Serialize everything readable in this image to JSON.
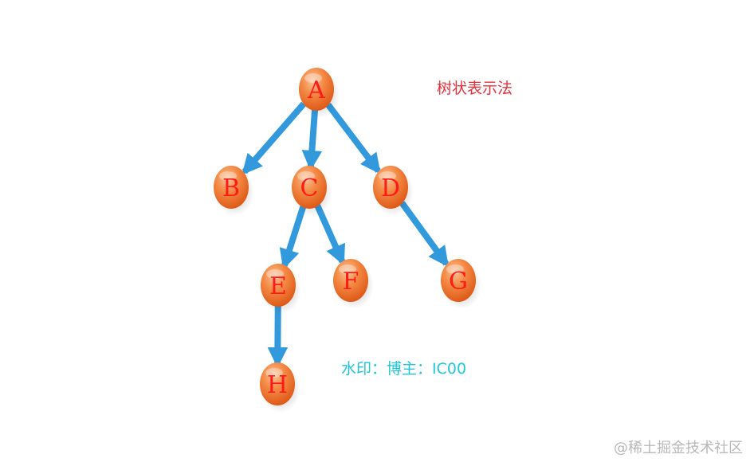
{
  "diagram": {
    "title": "树状表示法",
    "watermark": "水印：博主：IC00",
    "corner_watermark": "@稀土掘金技术社区",
    "colors": {
      "node_fill_light": "#f8a36a",
      "node_fill_dark": "#e5641f",
      "node_label": "#ff1a1a",
      "edge": "#3399dd",
      "title": "#e8303a",
      "watermark": "#1ec8d8",
      "corner_watermark": "#b8b8b8"
    },
    "nodes": [
      {
        "id": "A",
        "label": "A"
      },
      {
        "id": "B",
        "label": "B"
      },
      {
        "id": "C",
        "label": "C"
      },
      {
        "id": "D",
        "label": "D"
      },
      {
        "id": "E",
        "label": "E"
      },
      {
        "id": "F",
        "label": "F"
      },
      {
        "id": "G",
        "label": "G"
      },
      {
        "id": "H",
        "label": "H"
      }
    ],
    "edges": [
      {
        "from": "A",
        "to": "B"
      },
      {
        "from": "A",
        "to": "C"
      },
      {
        "from": "A",
        "to": "D"
      },
      {
        "from": "C",
        "to": "E"
      },
      {
        "from": "C",
        "to": "F"
      },
      {
        "from": "D",
        "to": "G"
      },
      {
        "from": "E",
        "to": "H"
      }
    ]
  }
}
